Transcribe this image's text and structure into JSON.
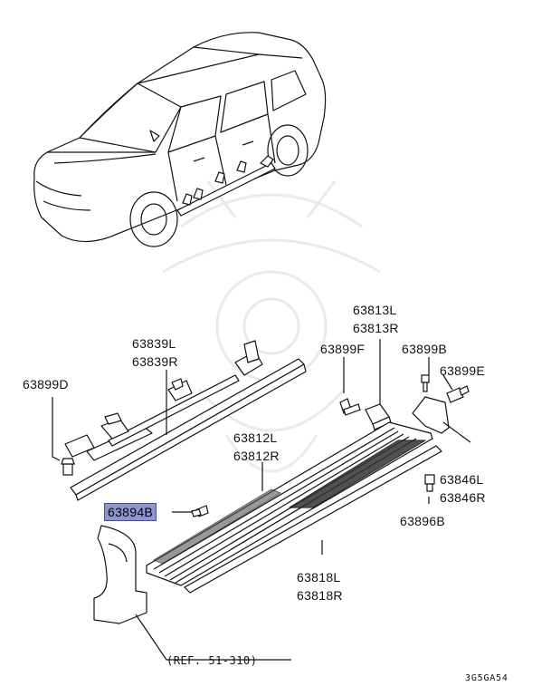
{
  "labels": {
    "p63813": [
      "63813L",
      "63813R"
    ],
    "p63839": [
      "63839L",
      "63839R"
    ],
    "p63899F": "63899F",
    "p63899B": "63899B",
    "p63899E": "63899E",
    "p63899D": "63899D",
    "p63812": [
      "63812L",
      "63812R"
    ],
    "p63846": [
      "63846L",
      "63846R"
    ],
    "p63894B": "63894B",
    "p63896B": "63896B",
    "p63818": [
      "63818L",
      "63818R"
    ],
    "ref": "(REF. 51-310)",
    "figure_code": "3G5GA54"
  },
  "highlight_color": "#8f95cf"
}
